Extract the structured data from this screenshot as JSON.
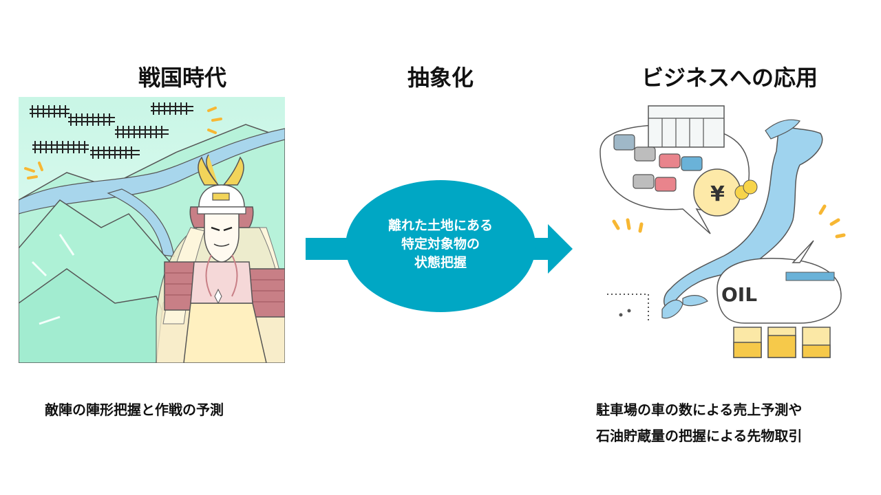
{
  "headings": {
    "left": "戦国時代",
    "middle": "抽象化",
    "right": "ビジネスへの応用"
  },
  "arrow": {
    "lines": [
      "離れた土地にある",
      "特定対象物の",
      "状態把握"
    ],
    "color": "#00a7c4"
  },
  "captions": {
    "left": "敵陣の陣形把握と作戦の予測",
    "right_lines": [
      "駐車場の車の数による売上予測や",
      "石油貯蔵量の把握による先物取引"
    ]
  },
  "illustration_labels": {
    "yen": "¥",
    "oil": "OIL"
  },
  "colors": {
    "mountain": "#aef1d6",
    "river": "#a8d6ec",
    "armor_red": "#c87f86",
    "helmet_gold": "#f2d45a",
    "japan_blue": "#9fd3ee",
    "accent_orange": "#f7b733"
  }
}
